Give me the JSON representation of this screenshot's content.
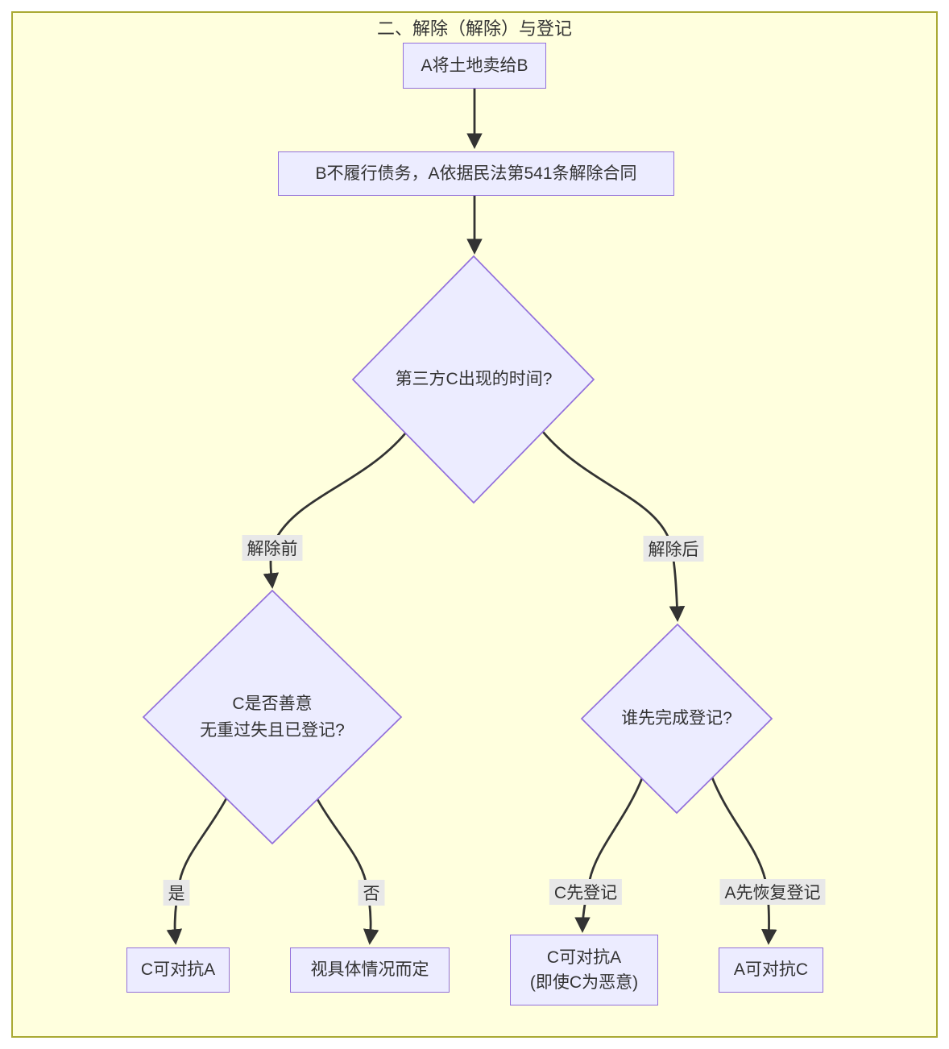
{
  "title": "二、解除（解除）与登记",
  "colors": {
    "canvas_background": "#ffffde",
    "frame_border": "#aaaa33",
    "node_fill": "#ececff",
    "node_border": "#9370db",
    "edge_stroke": "#333333",
    "text": "#333333",
    "edge_label_background": "#e8e8e8"
  },
  "nodes": {
    "sale": {
      "label": "A将土地卖给B"
    },
    "breach": {
      "label": "B不履行债务，A依据民法第541条解除合同"
    },
    "timing_decision": {
      "label": "第三方C出现的时间?"
    },
    "goodfaith_decision": {
      "line1": "C是否善意",
      "line2": "无重过失且已登记?"
    },
    "registration_decision": {
      "label": "谁先完成登记?"
    },
    "result_c_beats_a": {
      "label": "C可对抗A"
    },
    "result_depends": {
      "label": "视具体情况而定"
    },
    "result_c_beats_a_even_malicious": {
      "line1": "C可对抗A",
      "line2": "(即使C为恶意)"
    },
    "result_a_beats_c": {
      "label": "A可对抗C"
    }
  },
  "edge_labels": {
    "before_termination": "解除前",
    "after_termination": "解除后",
    "yes": "是",
    "no": "否",
    "c_registers_first": "C先登记",
    "a_restores_first": "A先恢复登记"
  }
}
